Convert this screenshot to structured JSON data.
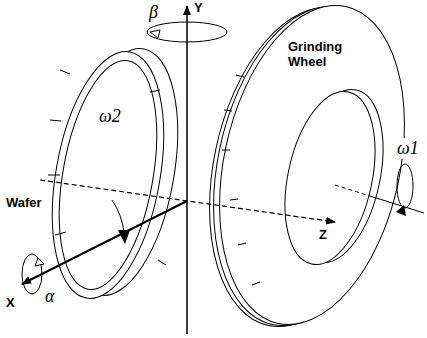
{
  "diagram": {
    "labels": [
      "Y",
      "β",
      "Grinding Wheel",
      "ω1",
      "ω2",
      "Wafer",
      "Z",
      "X",
      "α"
    ]
  }
}
